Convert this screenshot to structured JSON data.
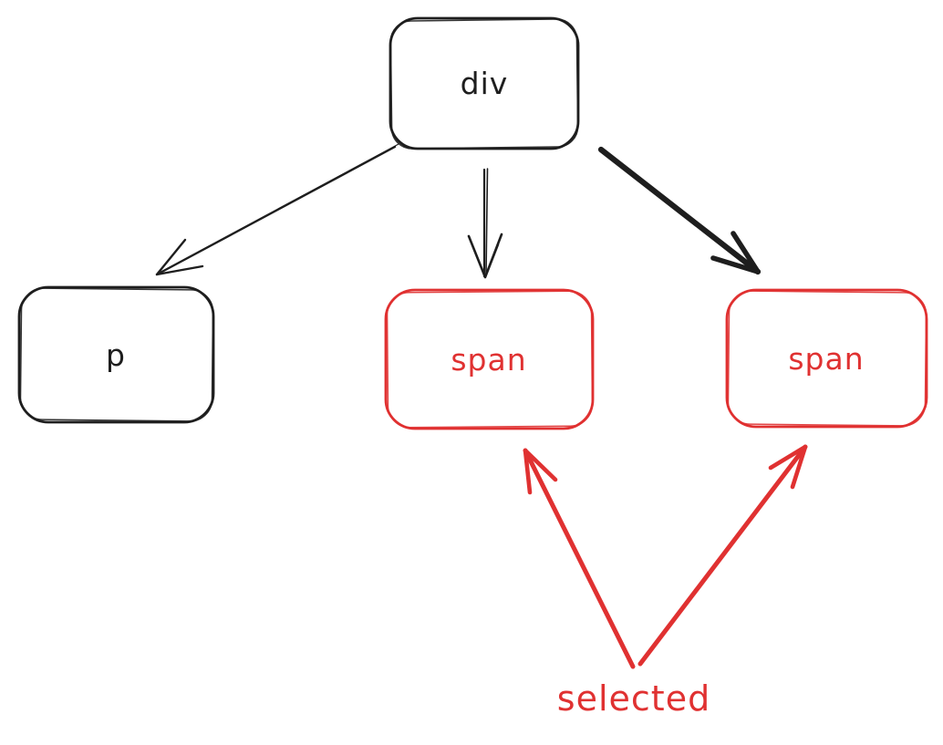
{
  "palette": {
    "background": "#ffffff",
    "black": "#1e1e1e",
    "red": "#e03131"
  },
  "nodes": [
    {
      "id": "div",
      "label": "div",
      "color": "#1e1e1e"
    },
    {
      "id": "p",
      "label": "p",
      "color": "#1e1e1e"
    },
    {
      "id": "span-1",
      "label": "span",
      "color": "#e03131"
    },
    {
      "id": "span-2",
      "label": "span",
      "color": "#e03131"
    }
  ],
  "edges": [
    {
      "id": "div-to-p",
      "from": "div",
      "to": "p",
      "color": "#1e1e1e",
      "weight": "thin"
    },
    {
      "id": "div-to-span-1",
      "from": "div",
      "to": "span-1",
      "color": "#1e1e1e",
      "weight": "thin"
    },
    {
      "id": "div-to-span-2",
      "from": "div",
      "to": "span-2",
      "color": "#1e1e1e",
      "weight": "bold"
    },
    {
      "id": "selected-to-span-1",
      "from": "selected-label",
      "to": "span-1",
      "color": "#e03131",
      "weight": "bold"
    },
    {
      "id": "selected-to-span-2",
      "from": "selected-label",
      "to": "span-2",
      "color": "#e03131",
      "weight": "bold"
    }
  ],
  "annotation": {
    "label": "selected",
    "color": "#e03131"
  }
}
